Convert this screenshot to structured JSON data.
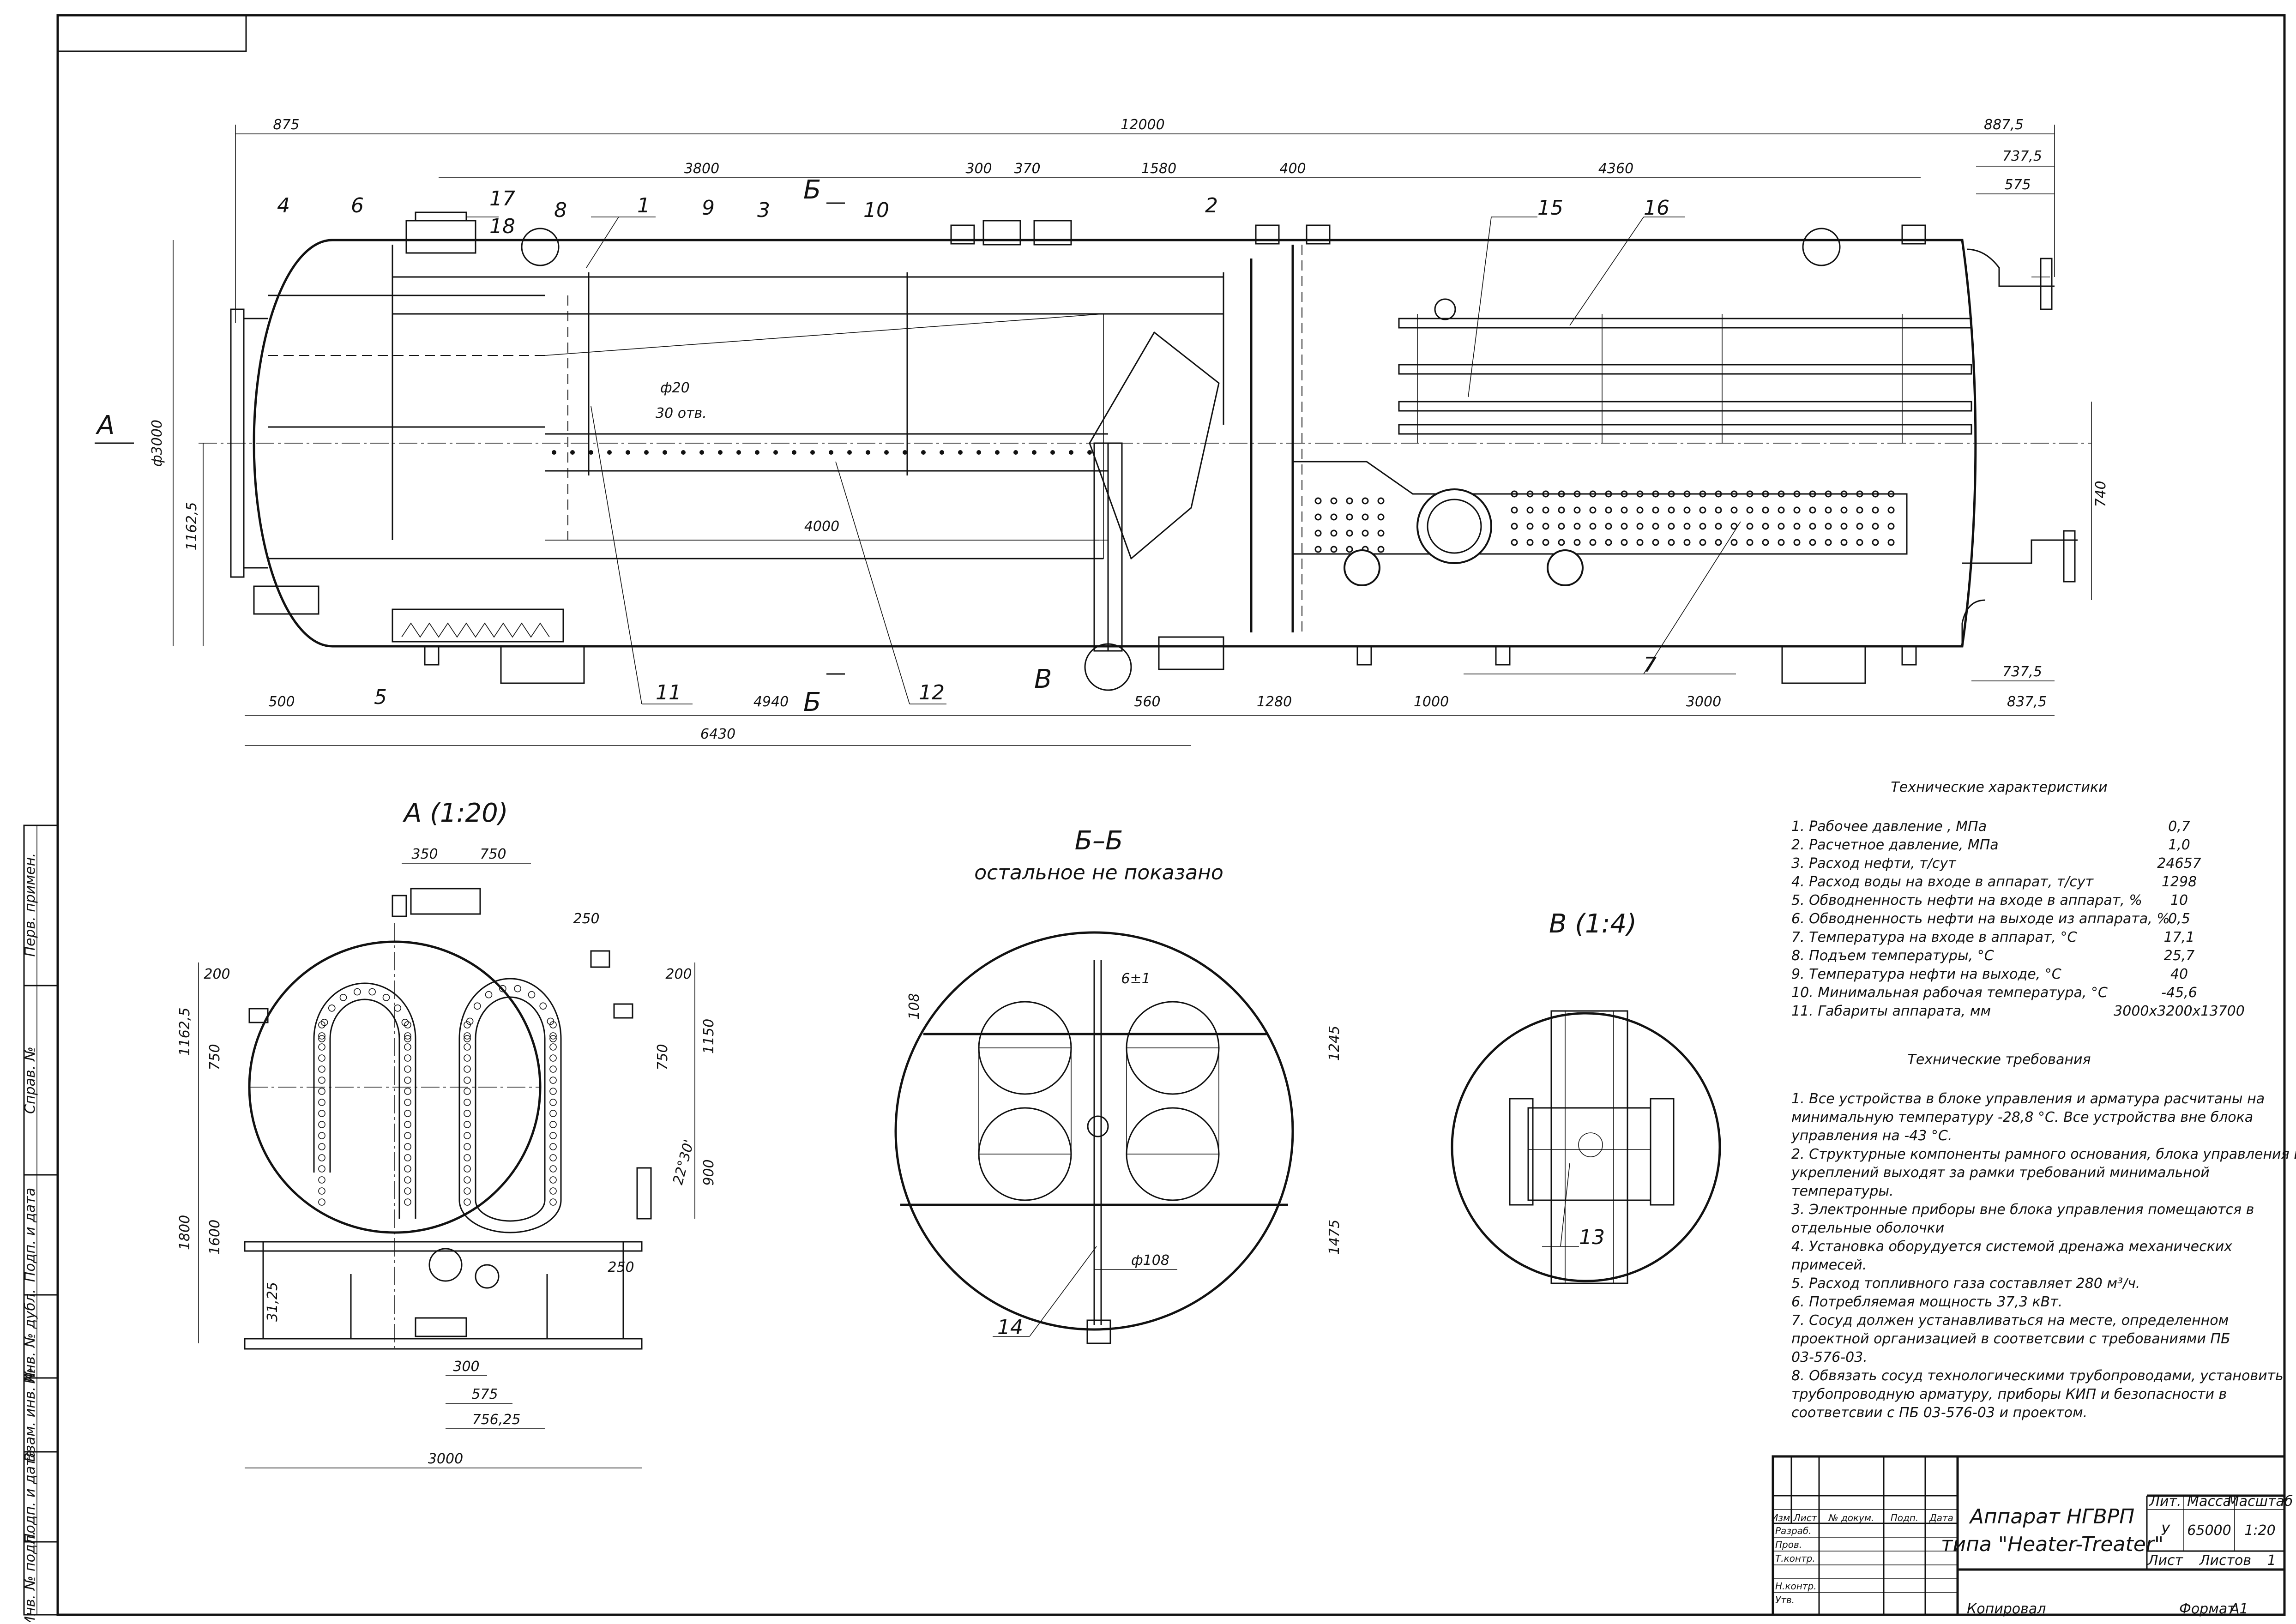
{
  "main_view": {
    "view_arrow": "А",
    "section_mark": "Б",
    "detail_mark": "В",
    "dims_top": {
      "overall": "12000",
      "left": "875",
      "right": "887,5",
      "d3800": "3800",
      "d300": "300",
      "d370": "370",
      "d1580": "1580",
      "d400": "400",
      "d4360": "4360",
      "d737": "737,5",
      "d575": "575"
    },
    "dims_bottom": {
      "d500": "500",
      "d4940": "4940",
      "d560": "560",
      "d1280": "1280",
      "d1000": "1000",
      "d3000": "3000",
      "d737b": "737,5",
      "d837": "837,5",
      "d6430": "6430"
    },
    "dims_side": {
      "dia": "ф3000",
      "d1162": "1162,5",
      "d740": "740"
    },
    "dims_inner": {
      "hole_dia": "ф20",
      "hole_count": "30 отв.",
      "d4000": "4000"
    },
    "callouts": [
      "1",
      "2",
      "3",
      "4",
      "5",
      "6",
      "7",
      "8",
      "9",
      "10",
      "11",
      "12",
      "15",
      "16",
      "17",
      "18"
    ]
  },
  "view_a": {
    "title": "А (1:20)",
    "dims": {
      "d350": "350",
      "d750": "750",
      "d250a": "250",
      "d200l": "200",
      "d200r": "200",
      "d1162": "1162,5",
      "d750l": "750",
      "d750r": "750",
      "d1150": "1150",
      "d900": "900",
      "angle": "22°30'",
      "d1800": "1800",
      "d1600": "1600",
      "d3125": "31,25",
      "d250b": "250",
      "d300": "300",
      "d575": "575",
      "d756": "756,25",
      "d3000": "3000"
    }
  },
  "view_bb": {
    "title": "Б–Б",
    "subtitle": "остальное не показано",
    "dims": {
      "d108": "108",
      "d6": "6±1",
      "d1245": "1245",
      "d1475": "1475",
      "pipe": "ф108"
    },
    "callout": "14"
  },
  "view_v": {
    "title": "В (1:4)",
    "callout": "13"
  },
  "tech_specs": {
    "title": "Технические характеристики",
    "rows": [
      {
        "label": "1. Рабочее давление , МПа",
        "value": "0,7"
      },
      {
        "label": "2. Расчетное давление, МПа",
        "value": "1,0"
      },
      {
        "label": "3. Расход нефти, т/сут",
        "value": "24657"
      },
      {
        "label": "4. Расход воды на входе в аппарат, т/сут",
        "value": "1298"
      },
      {
        "label": "5. Обводненность нефти на входе в аппарат, %",
        "value": "10"
      },
      {
        "label": "6. Обводненность нефти на выходе из аппарата, %",
        "value": "0,5"
      },
      {
        "label": "7. Температура на входе в аппарат, °С",
        "value": "17,1"
      },
      {
        "label": "8. Подъем температуры, °С",
        "value": "25,7"
      },
      {
        "label": "9. Температура нефти на выходе, °С",
        "value": "40"
      },
      {
        "label": "10. Минимальная рабочая температура, °С",
        "value": "-45,6"
      },
      {
        "label": "11. Габариты аппарата, мм",
        "value": "3000х3200х13700"
      }
    ]
  },
  "tech_req": {
    "title": "Технические требования",
    "lines": [
      "1. Все устройства в блоке управления и арматура расчитаны на",
      "минимальную температуру -28,8 °С. Все устройства вне блока",
      "управления на -43 °С.",
      "2. Структурные компоненты рамного основания, блока управления и",
      "укреплений выходят за рамки требований минимальной",
      "температуры.",
      "3. Электронные приборы вне блока управления помещаются в",
      "отдельные оболочки",
      "4. Установка оборудуется системой дренажа механических",
      "примесей.",
      "5. Расход топливного газа составляет 280 м³/ч.",
      "6. Потребляемая мощность 37,3 кВт.",
      "7. Сосуд должен устанавливаться на месте, определенном",
      "проектной организацией в соответсвии с требованиями ПБ",
      "03-576-03.",
      "8. Обвязать сосуд технологическими трубопроводами, установить",
      "трубопроводную арматуру, приборы КИП и безопасности в",
      "соответсвии с ПБ 03-576-03 и проектом."
    ]
  },
  "title_block": {
    "name_line1": "Аппарат НГВРП",
    "name_line2": "типа \"Heater-Treater\"",
    "lit_label": "Лит.",
    "mass_label": "Масса",
    "scale_label": "Масштаб",
    "lit_value": "У",
    "mass_value": "65000",
    "scale_value": "1:20",
    "sheet_label": "Лист",
    "sheets_label": "Листов",
    "sheets_value": "1",
    "col_headers": [
      "Изм.",
      "Лист",
      "№ докум.",
      "Подп.",
      "Дата"
    ],
    "row_labels": [
      "Разраб.",
      "Пров.",
      "Т.контр.",
      "Н.контр.",
      "Утв."
    ],
    "copied": "Копировал",
    "format_label": "Формат",
    "format_value": "А1"
  },
  "side_stamp": [
    "Перв. примен.",
    "Справ. №",
    "Подп. и дата",
    "Инв. № дубл.",
    "Взам. инв. №",
    "Подп. и дата",
    "Инв. № подл."
  ]
}
